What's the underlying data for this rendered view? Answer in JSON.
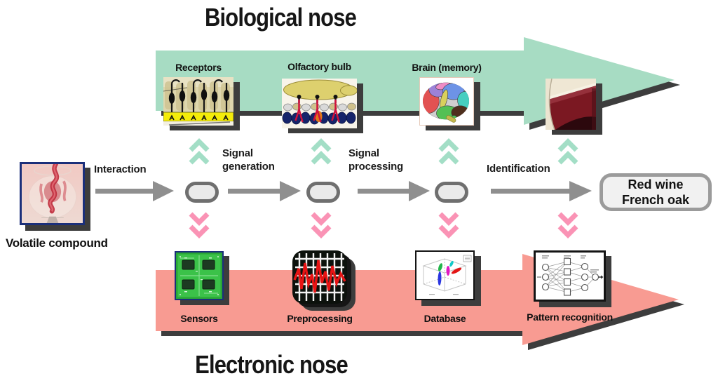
{
  "titles": {
    "biological": "Biological nose",
    "electronic": "Electronic nose"
  },
  "colors": {
    "biological_arrow": "#a7dcc3",
    "electronic_arrow": "#f89b92",
    "arrow_shadow": "#3d3d3d",
    "flow_arrow": "#8f8f8f",
    "chevron_up": "#a3dec6",
    "chevron_down": "#fa93b5",
    "node_border": "#6f6f6f",
    "result_border": "#9b9b9b"
  },
  "biological_nose": {
    "stages": [
      {
        "label": "Receptors",
        "icon": "olfactory-receptors-illustration"
      },
      {
        "label": "Olfactory bulb",
        "icon": "olfactory-bulb-illustration"
      },
      {
        "label": "Brain (memory)",
        "icon": "colored-brain-illustration"
      },
      {
        "label": "",
        "icon": "red-wine-glass-photo"
      }
    ]
  },
  "electronic_nose": {
    "stages": [
      {
        "label": "Sensors",
        "icon": "gas-sensor-chip-photo"
      },
      {
        "label": "Preprocessing",
        "icon": "signal-grid-screen"
      },
      {
        "label": "Database",
        "icon": "3d-scatter-plot"
      },
      {
        "label": "Pattern recognition",
        "icon": "neural-network-diagram"
      }
    ]
  },
  "pipeline": {
    "source": {
      "label": "Volatile compound",
      "icon": "wine-swirl-photo"
    },
    "steps": [
      {
        "label": "Interaction"
      },
      {
        "label": "Signal\ngeneration"
      },
      {
        "label": "Signal\nprocessing"
      },
      {
        "label": "Identification"
      }
    ],
    "result": {
      "line1": "Red wine",
      "line2": "French oak"
    }
  }
}
